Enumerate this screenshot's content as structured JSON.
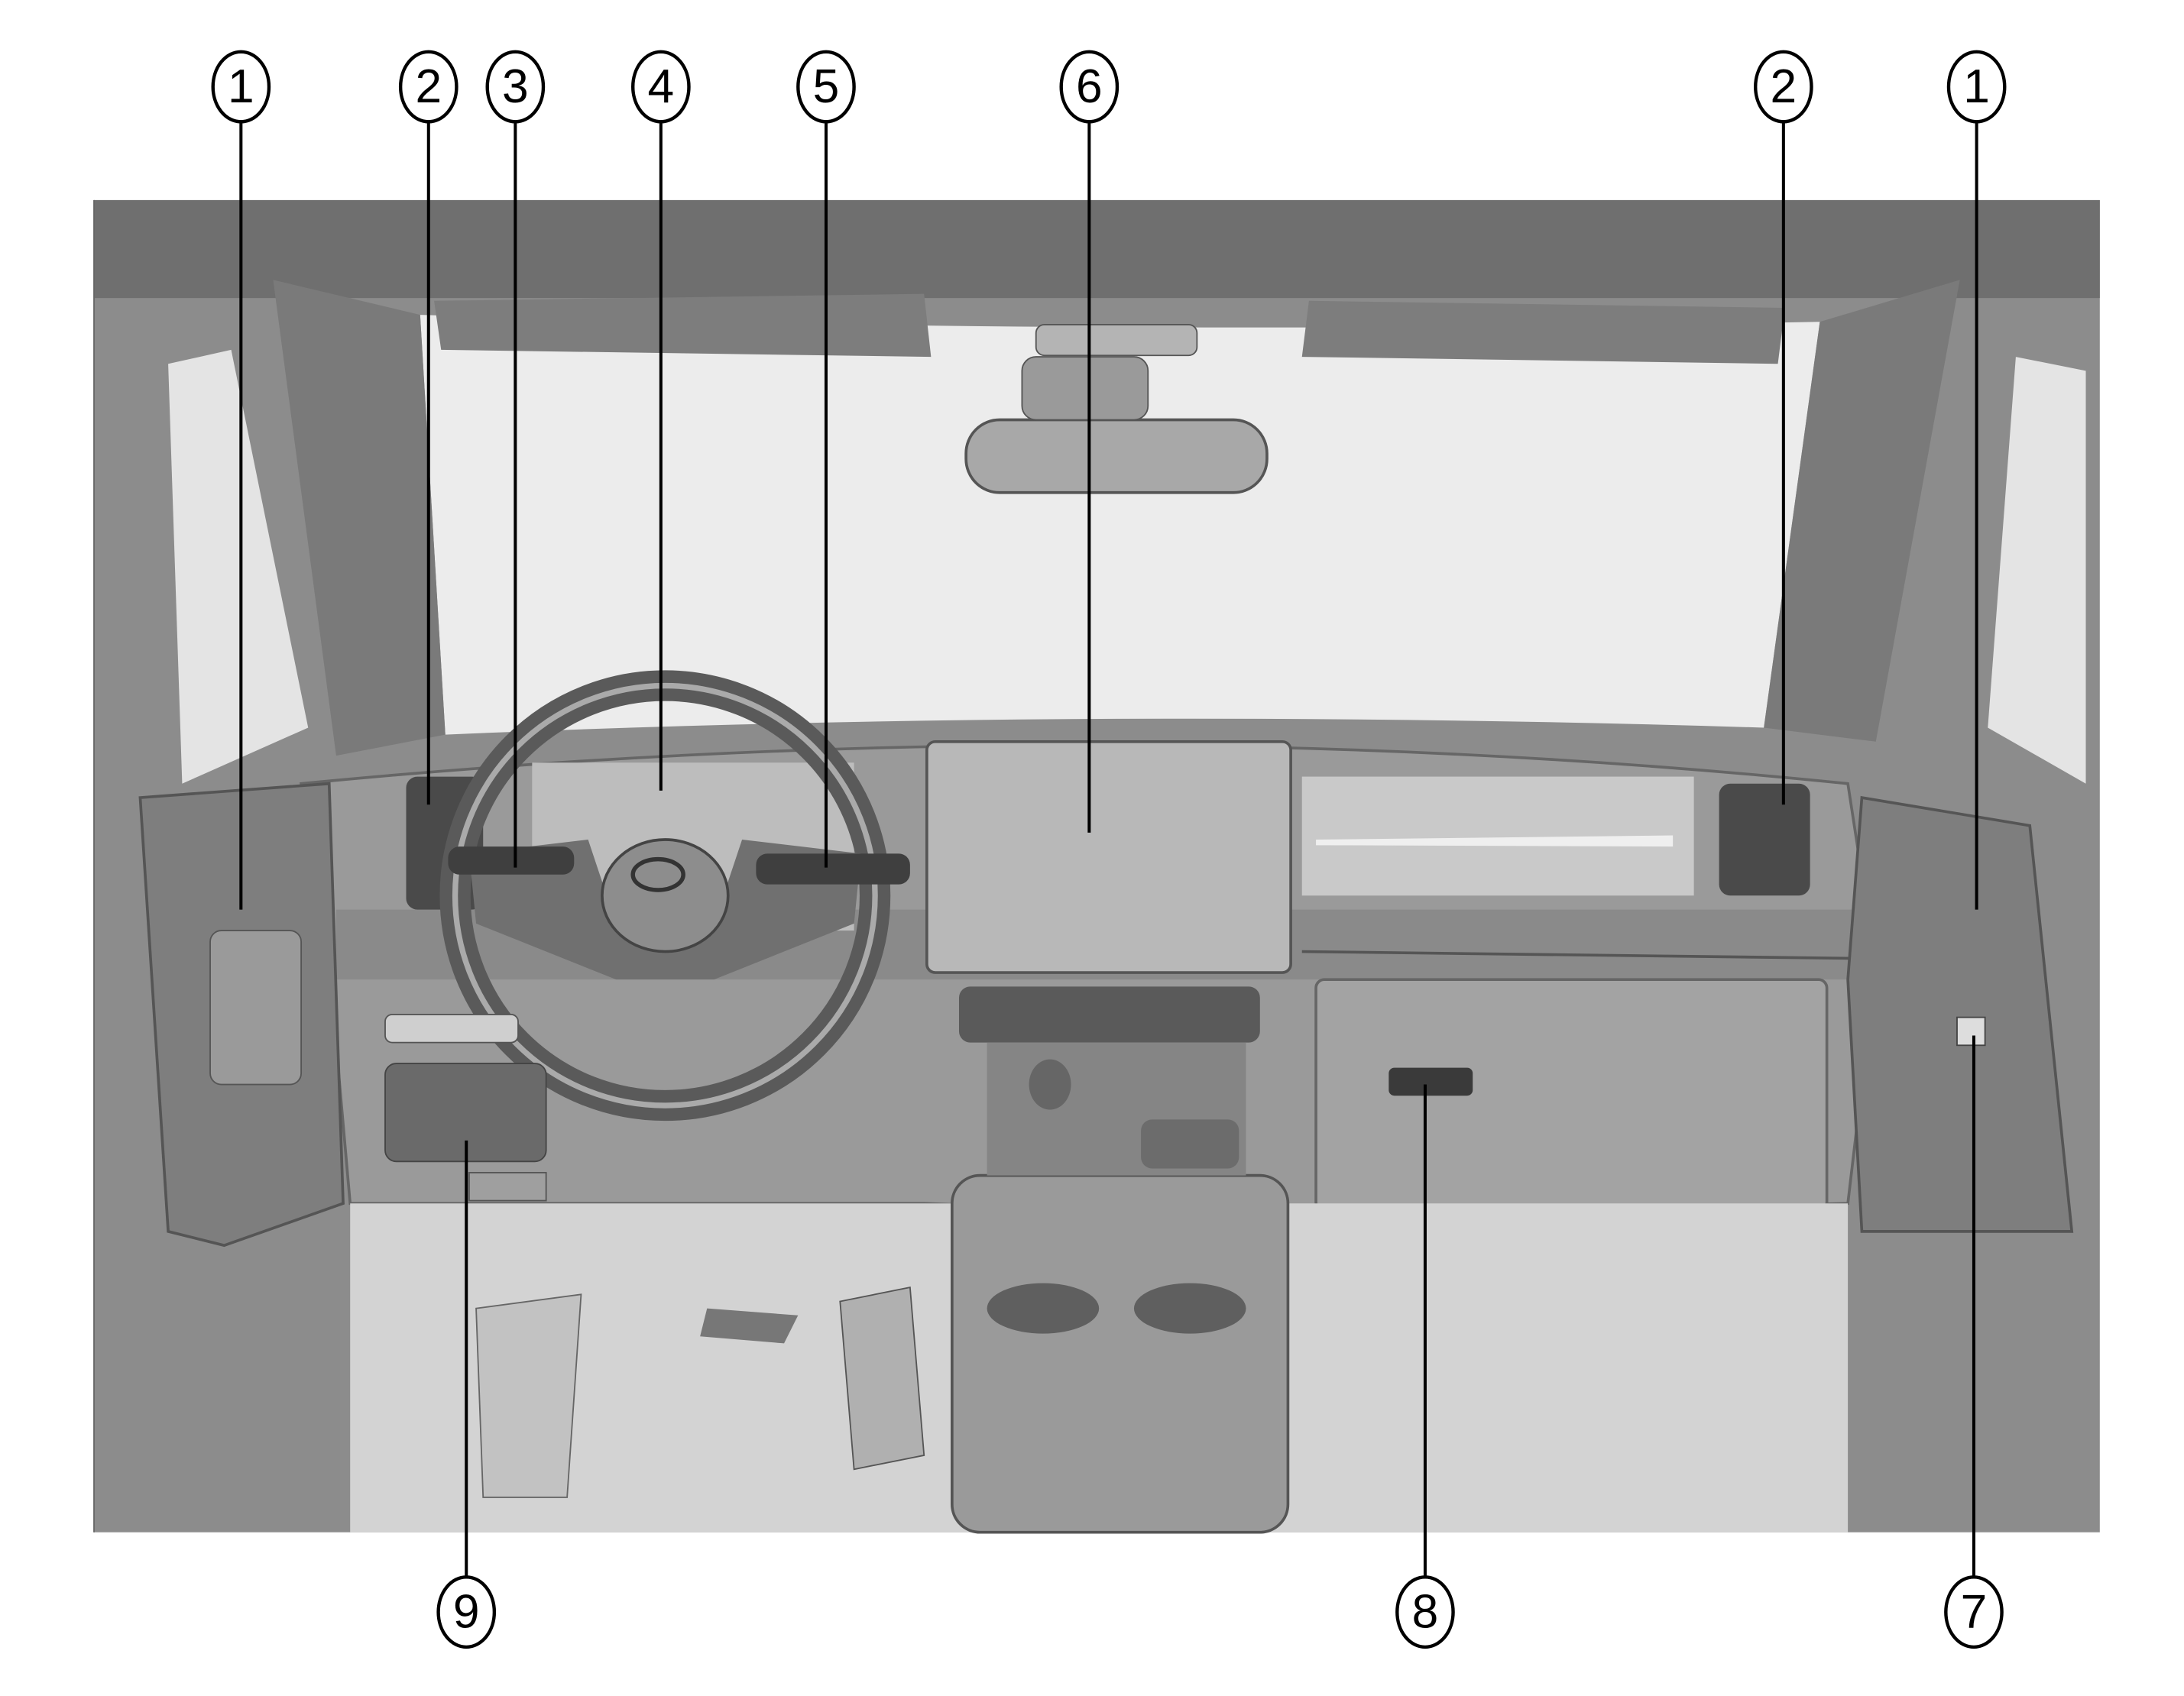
{
  "diagram": {
    "type": "vehicle-interior-overview",
    "colors": {
      "body": "#8c8c8c",
      "dark": "#5e5e5e",
      "windshield": "#ececec",
      "screen": "#b8b8b8",
      "callout": "#000000"
    },
    "top_callouts": [
      {
        "label": "1"
      },
      {
        "label": "2"
      },
      {
        "label": "3"
      },
      {
        "label": "4"
      },
      {
        "label": "5"
      },
      {
        "label": "6"
      },
      {
        "label": "2"
      },
      {
        "label": "1"
      }
    ],
    "bottom_callouts": [
      {
        "label": "9"
      },
      {
        "label": "8"
      },
      {
        "label": "7"
      }
    ]
  }
}
